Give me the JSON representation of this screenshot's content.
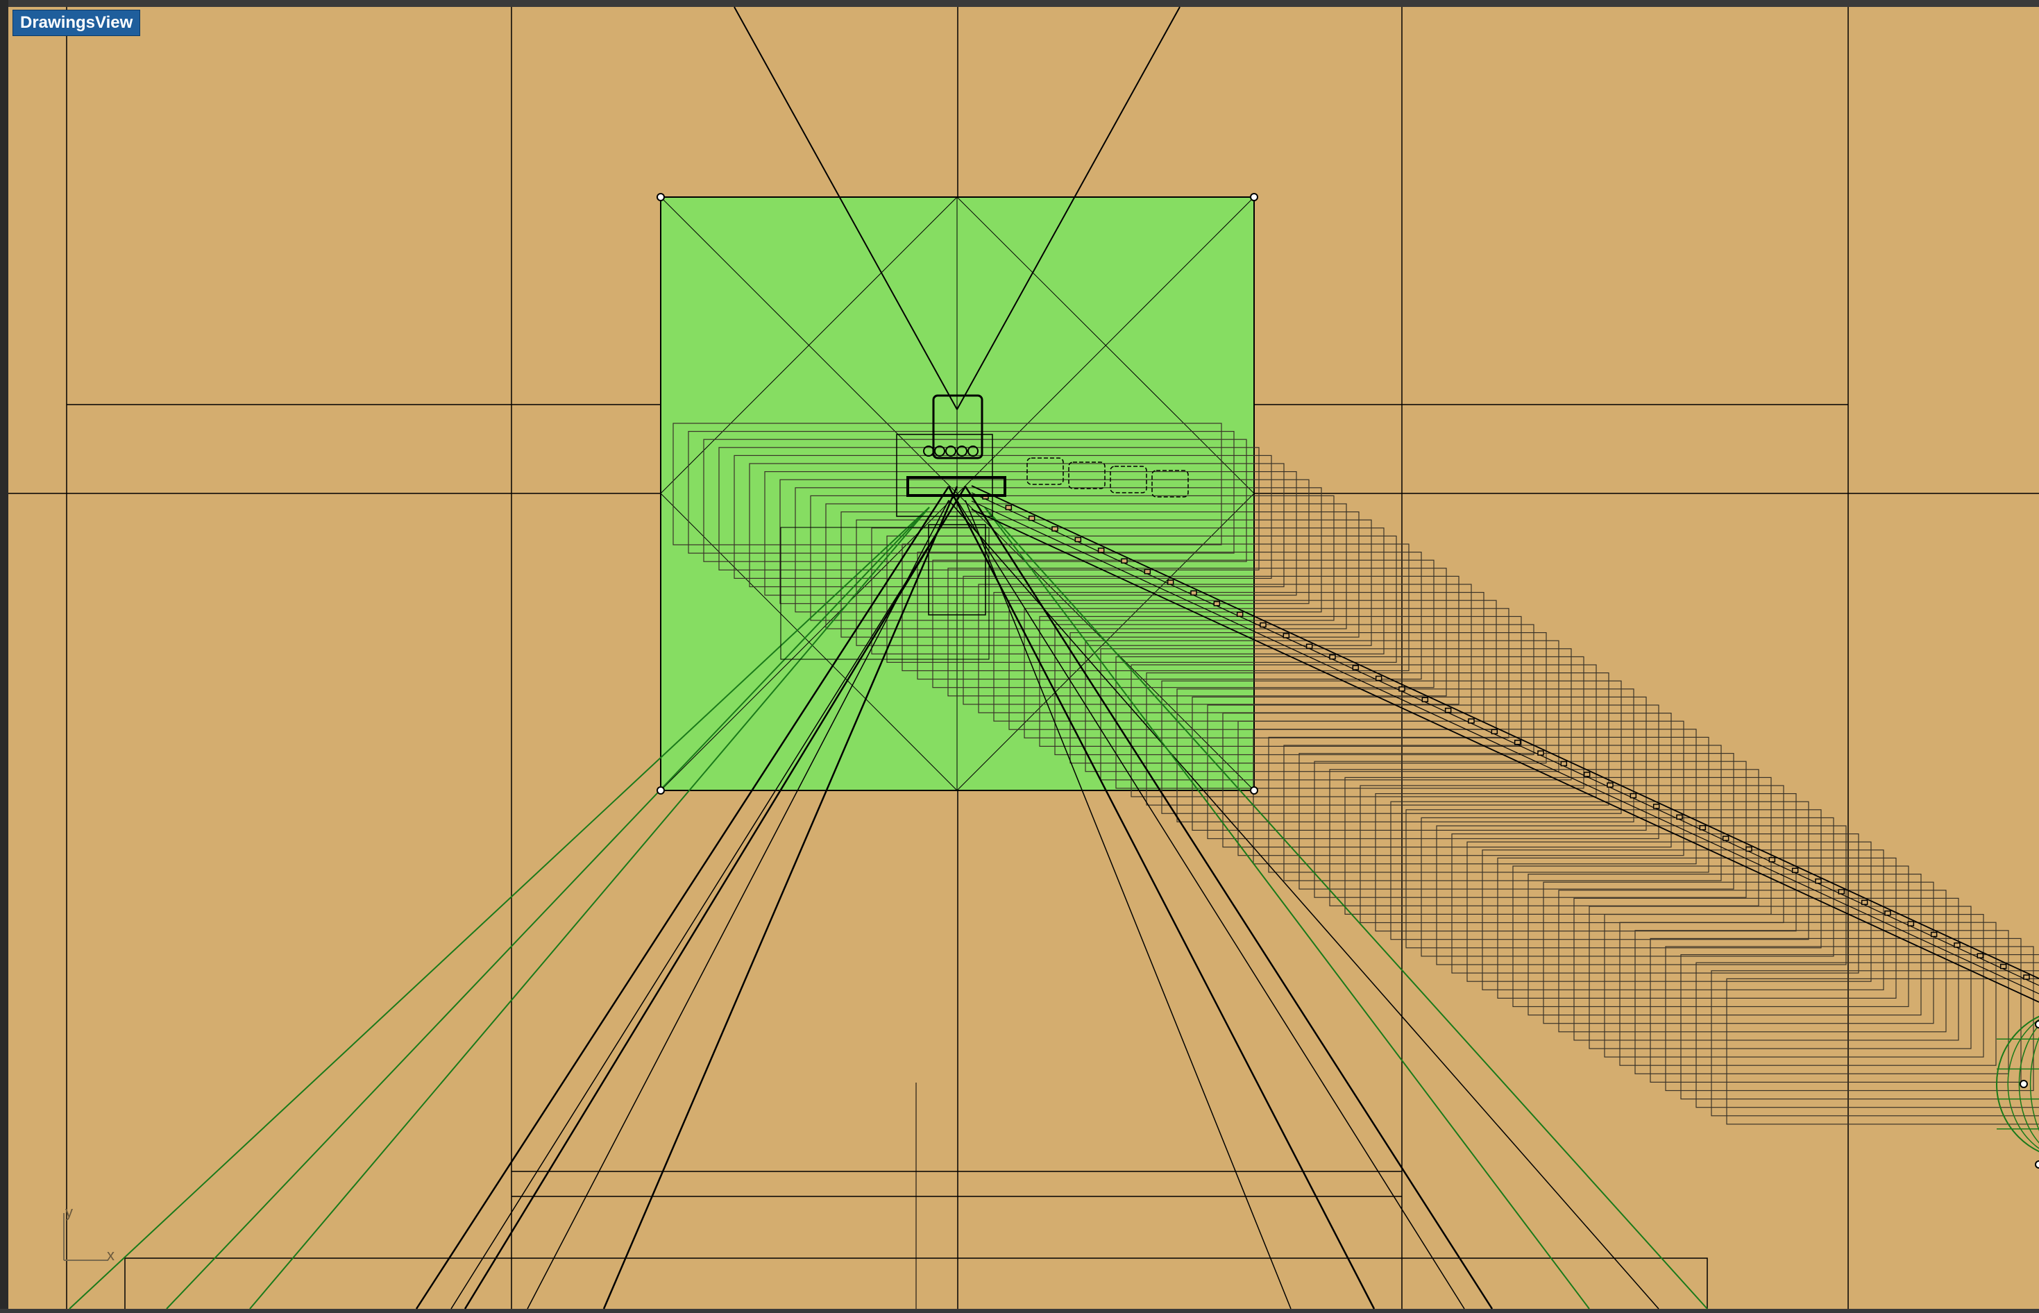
{
  "viewport": {
    "label": "DrawingsView",
    "background_color": "#d4ad6f",
    "selection_fill_color": "#86dd62",
    "line_color": "#000000",
    "highlight_line_color": "#1a7a1a",
    "label_badge_color": "#1f5e9c"
  },
  "axis_icon": {
    "x_label": "x",
    "y_label": "y"
  },
  "icons": {
    "axis": "world-axis-icon",
    "control_point": "control-point-icon"
  }
}
